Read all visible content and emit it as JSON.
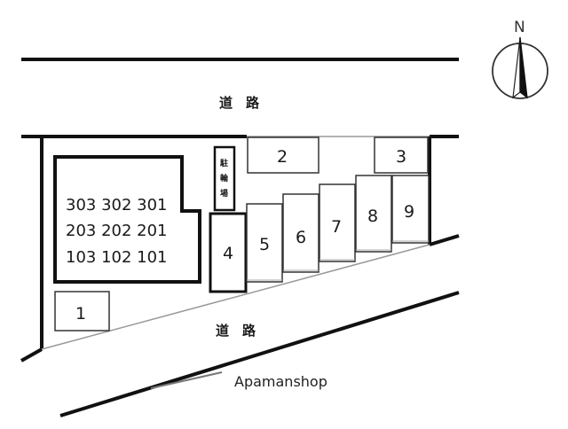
{
  "compass": {
    "north_label": "N",
    "icon": "north-arrow-icon"
  },
  "roads": {
    "north_label": "道　路",
    "south_label": "道　路"
  },
  "building": {
    "units_row1": "303 302 301",
    "units_row2": "203 202 201",
    "units_row3": "103 102 101"
  },
  "bicycle_parking": {
    "char1": "駐",
    "char2": "輪",
    "char3": "場"
  },
  "parking_spaces": [
    "1",
    "2",
    "3",
    "4",
    "5",
    "6",
    "7",
    "8",
    "9"
  ],
  "watermark": "Apamanshop",
  "colors": {
    "line": "#111111",
    "thin": "#888888",
    "bg": "#ffffff"
  }
}
